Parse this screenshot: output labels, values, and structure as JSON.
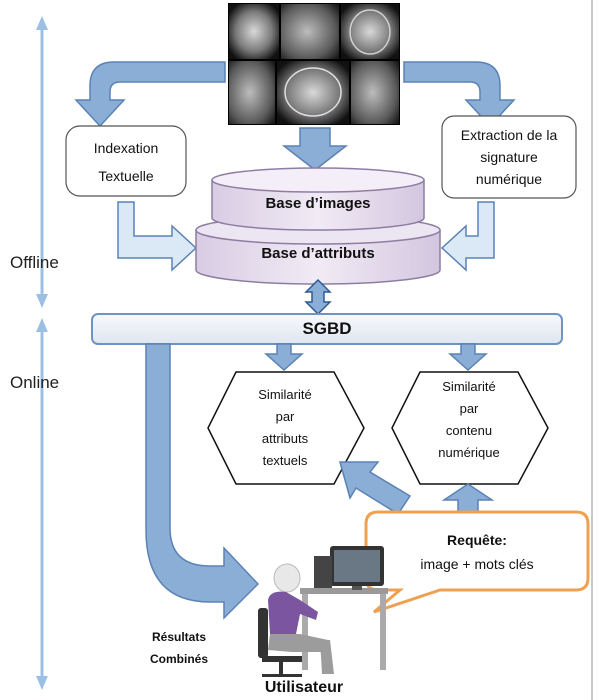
{
  "offline_label": "Offline",
  "online_label": "Online",
  "indexation": {
    "line1": "Indexation",
    "line2": "Textuelle"
  },
  "extraction": {
    "line1": "Extraction de la",
    "line2": "signature",
    "line3": "numérique"
  },
  "database": {
    "images": "Base d’images",
    "attributes": "Base d’attributs"
  },
  "sgbd": "SGBD",
  "similarity_text": {
    "line1": "Similarité",
    "line2": "par",
    "line3": "attributs",
    "line4": "textuels"
  },
  "similarity_numeric": {
    "line1": "Similarité",
    "line2": "par",
    "line3": "contenu",
    "line4": "numérique"
  },
  "query": {
    "title": "Requête:",
    "body": "image + mots clés"
  },
  "results": {
    "line1": "Résultats",
    "line2": "Combinés"
  },
  "user_label": "Utilisateur",
  "colors": {
    "arrow_fill": "#8aaed6",
    "arrow_stroke": "#5b82b5",
    "light_arrow_fill": "#dbe9f6",
    "db_fill": "#e4dcea",
    "db_stroke": "#8e7da3",
    "sgbd_fill": "#edf1f6",
    "sgbd_stroke": "#6f94c4",
    "callout_stroke": "#f0a050",
    "timeline": "#9cc0e4"
  }
}
